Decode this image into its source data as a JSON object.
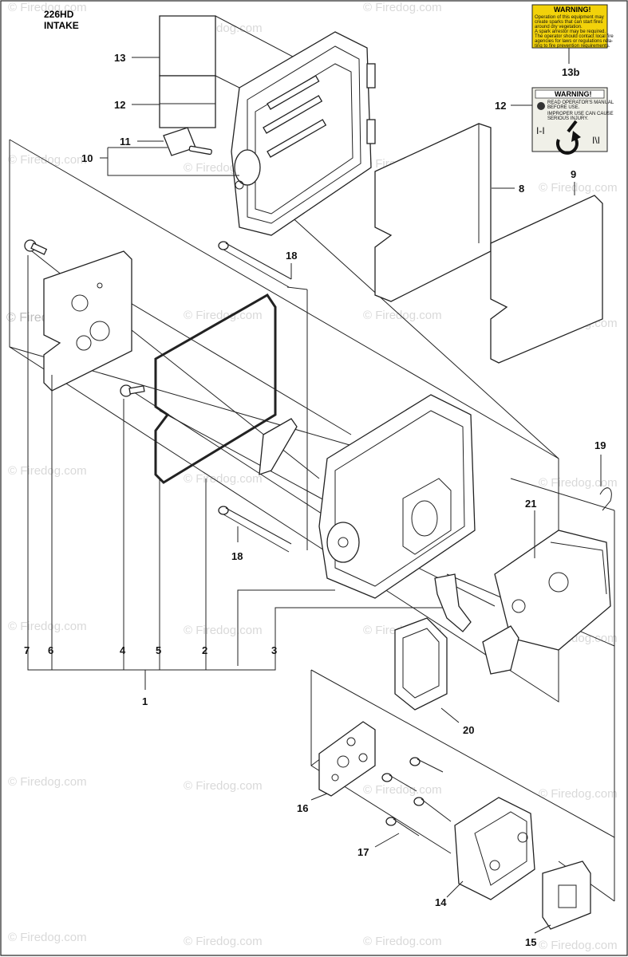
{
  "title": {
    "model": "226HD",
    "section": "INTAKE"
  },
  "watermark": {
    "text": "© Firedog.com",
    "prominent": "© Firedog.com"
  },
  "labels": {
    "p1": "1",
    "p2": "2",
    "p3": "3",
    "p4": "4",
    "p5": "5",
    "p6": "6",
    "p7": "7",
    "p8": "8",
    "p9": "9",
    "p10": "10",
    "p11": "11",
    "p12a": "12",
    "p12b": "12",
    "p13": "13",
    "p13b": "13b",
    "p14": "14",
    "p15": "15",
    "p16": "16",
    "p17": "17",
    "p18a": "18",
    "p18b": "18",
    "p19": "19",
    "p20": "20",
    "p21": "21"
  },
  "decals": {
    "warning_yellow": {
      "heading": "WARNING!",
      "lines": [
        "Operation of this equipment may",
        "create sparks that can start fires",
        "around dry vegetation.",
        "A spark arrestor may be required.",
        "The operator should contact local fire",
        "agencies for laws or regulations rela-",
        "ting to fire prevention requirements."
      ],
      "color": "#f2d20a"
    },
    "warning_choke": {
      "heading": "WARNING!",
      "lines": [
        "READ OPERATOR'S MANUAL",
        "BEFORE USE.",
        "IMPROPER USE CAN CAUSE",
        "SERIOUS INJURY."
      ],
      "left_mark": "I-I",
      "right_mark": "I\\I",
      "color": "#f0f0e8"
    }
  }
}
